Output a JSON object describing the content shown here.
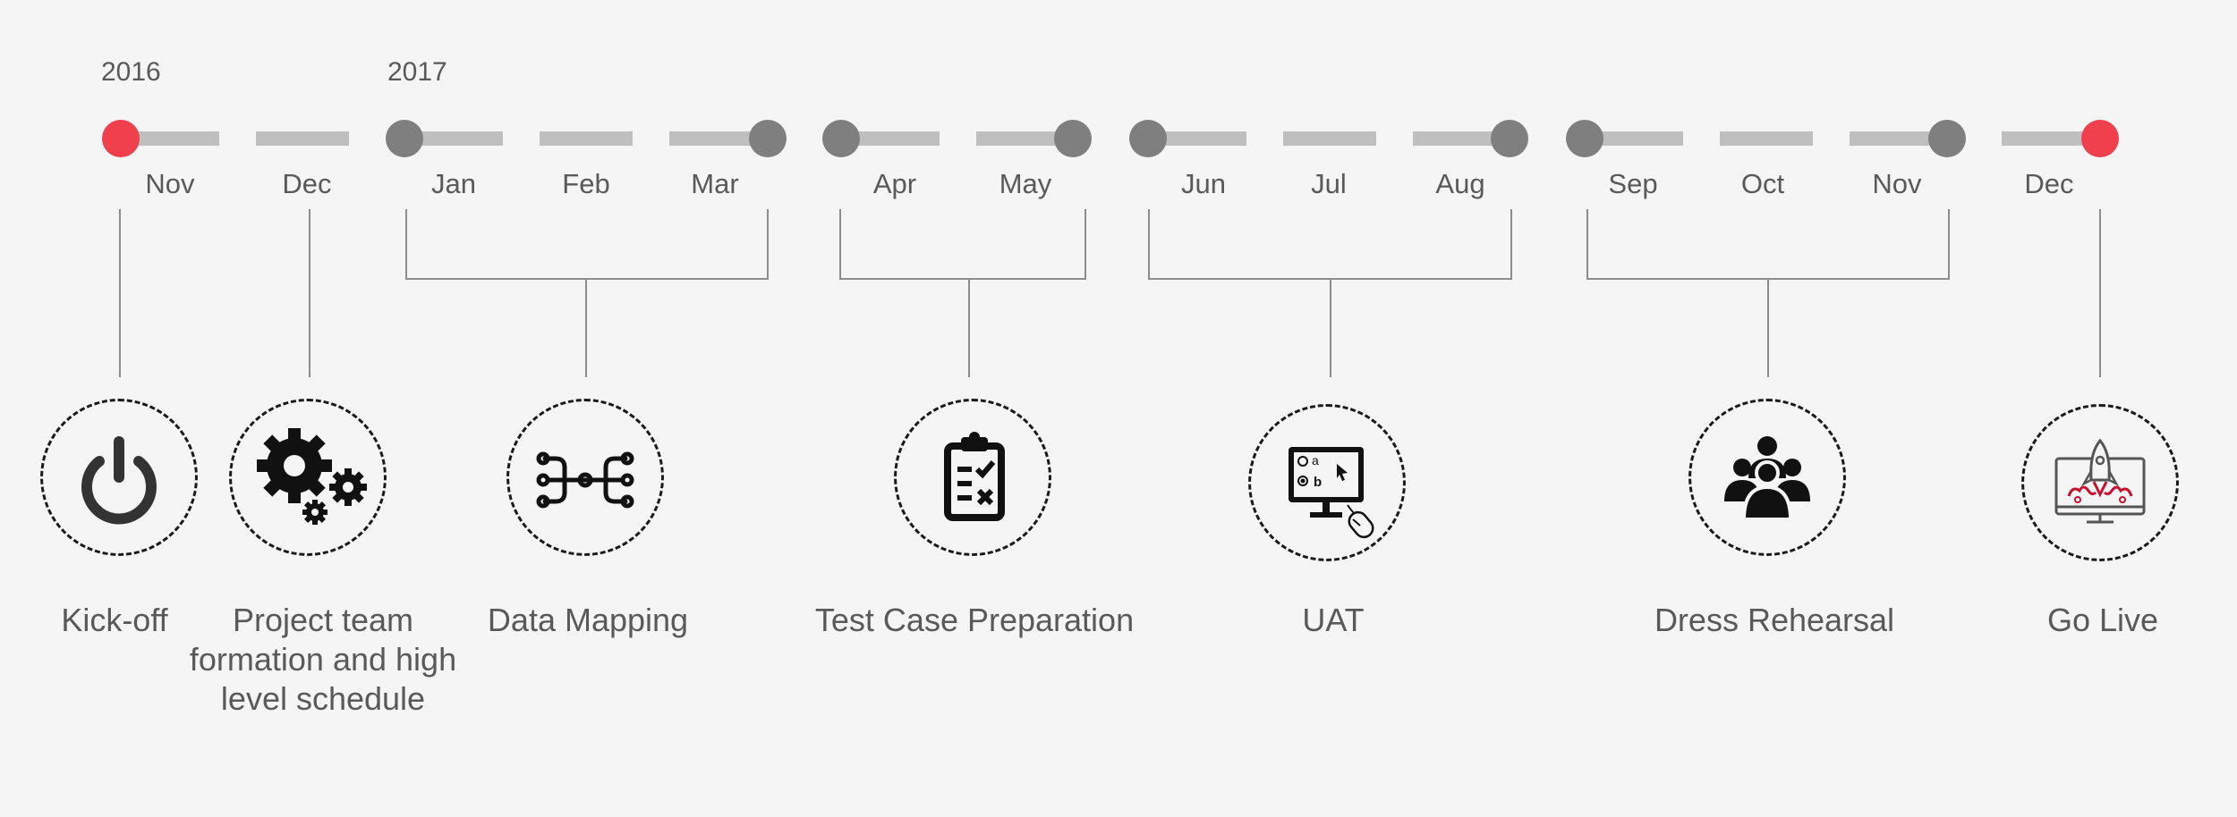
{
  "years": [
    "2016",
    "2017"
  ],
  "months": [
    "Nov",
    "Dec",
    "Jan",
    "Feb",
    "Mar",
    "Apr",
    "May",
    "Jun",
    "Jul",
    "Aug",
    "Sep",
    "Oct",
    "Nov",
    "Dec"
  ],
  "milestones": [
    {
      "label": "Kick-off",
      "icon": "power-icon"
    },
    {
      "label": "Project team formation and high level schedule",
      "icon": "gears-icon"
    },
    {
      "label": "Data Mapping",
      "icon": "data-mapping-icon"
    },
    {
      "label": "Test Case Preparation",
      "icon": "clipboard-checklist-icon"
    },
    {
      "label": "UAT",
      "icon": "monitor-quiz-icon"
    },
    {
      "label": "Dress Rehearsal",
      "icon": "team-people-icon"
    },
    {
      "label": "Go Live",
      "icon": "rocket-launch-icon"
    }
  ],
  "colors": {
    "accent": "#f0404e",
    "dot": "#7f7f7f",
    "track": "#bfbfbf",
    "text": "#595959"
  }
}
